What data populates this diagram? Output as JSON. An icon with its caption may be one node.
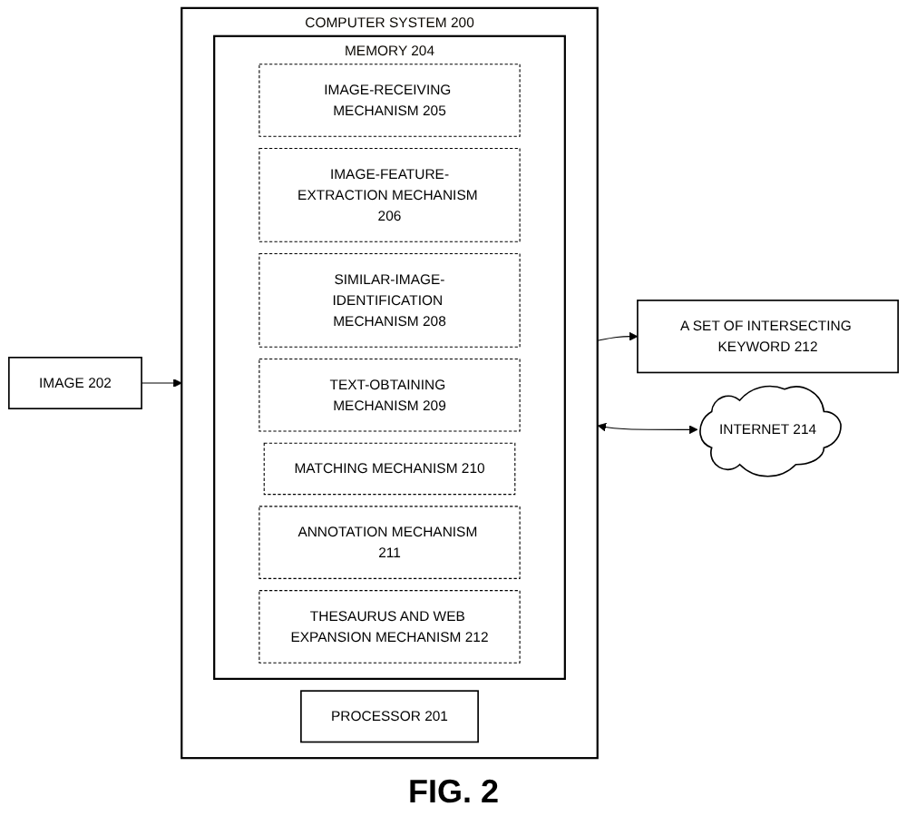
{
  "diagram": {
    "caption": "FIG. 2",
    "nodes": [
      {
        "text": [
          "COMPUTER SYSTEM 200"
        ]
      },
      {
        "text": [
          "PROCESSOR 201"
        ],
        "in": 0
      },
      {
        "text": [
          "MEMORY 204"
        ],
        "in": 0
      },
      {
        "text": [
          "IMAGE-RECEIVING MECHANISM 205"
        ],
        "in": 2
      },
      {
        "text": [
          "IMAGE-FEATURE-EXTRACTION MECHANISM 206"
        ],
        "in": 2
      },
      {
        "text": [
          "SIMILAR-IMAGE-IDENTIFICATION MECHANISM 208"
        ],
        "in": 2
      },
      {
        "text": [
          "TEXT-OBTAINING MECHANISM 209"
        ],
        "in": 2
      },
      {
        "text": [
          "MATCHING MECHANISM 210"
        ],
        "in": 2
      },
      {
        "text": [
          "ANNOTATION MECHANISM 211"
        ],
        "in": 2
      },
      {
        "text": [
          "THESAURUS AND WEB EXPANSION MECHANISM 212"
        ],
        "in": 2
      },
      {
        "text": [
          "IMAGE 202"
        ]
      },
      {
        "text": [
          "A SET OF INTERSECTING KEYWORD 212"
        ]
      },
      {
        "text": [
          "INTERNET 214"
        ]
      }
    ],
    "edges": [
      {
        "from": 10,
        "to": 0,
        "arrow": "to"
      },
      {
        "from": 0,
        "to": 11,
        "arrow": "to"
      },
      {
        "from": 0,
        "to": 12,
        "arrow": "both"
      }
    ]
  }
}
